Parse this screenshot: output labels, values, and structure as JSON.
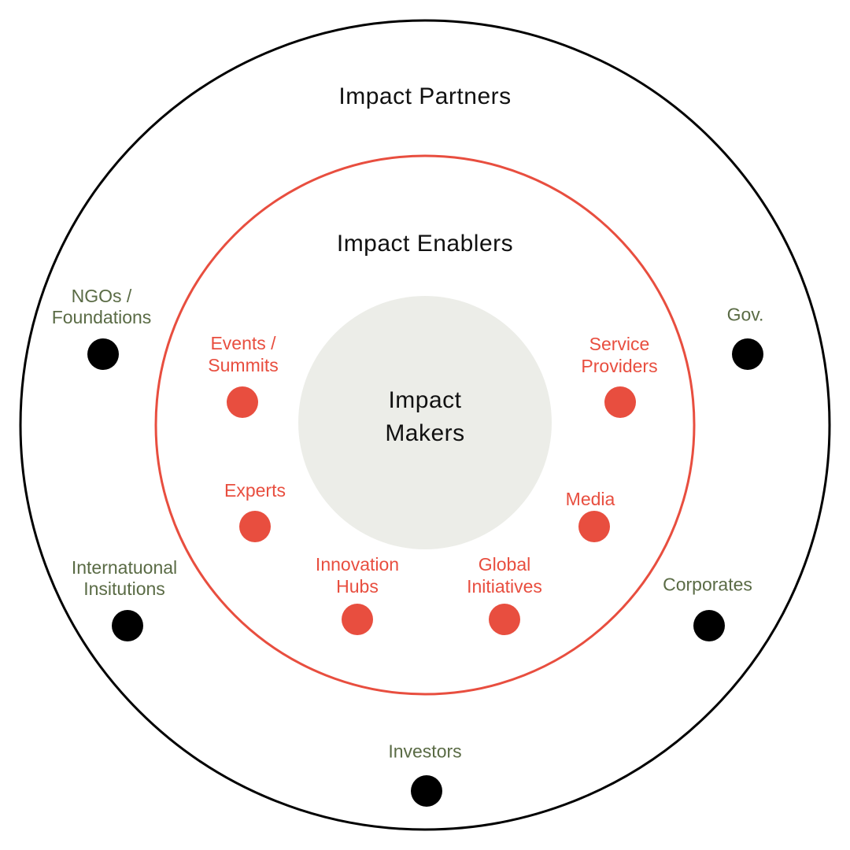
{
  "colors": {
    "partner": "#5a6b45",
    "enabler": "#e84e3f",
    "core_fill": "#ecede8",
    "outline": "#000000"
  },
  "rings": {
    "outer_title": "Impact Partners",
    "middle_title": "Impact Enablers",
    "core_line1": "Impact",
    "core_line2": "Makers"
  },
  "partners": [
    {
      "line1": "NGOs /",
      "line2": "Foundations"
    },
    {
      "line1": "Gov.",
      "line2": ""
    },
    {
      "line1": "Internatuonal",
      "line2": "Insitutions"
    },
    {
      "line1": "Corporates",
      "line2": ""
    },
    {
      "line1": "Investors",
      "line2": ""
    }
  ],
  "enablers": [
    {
      "line1": "Events /",
      "line2": "Summits"
    },
    {
      "line1": "Service",
      "line2": "Providers"
    },
    {
      "line1": "Experts",
      "line2": ""
    },
    {
      "line1": "Media",
      "line2": ""
    },
    {
      "line1": "Innovation",
      "line2": "Hubs"
    },
    {
      "line1": "Global",
      "line2": "Initiatives"
    }
  ]
}
